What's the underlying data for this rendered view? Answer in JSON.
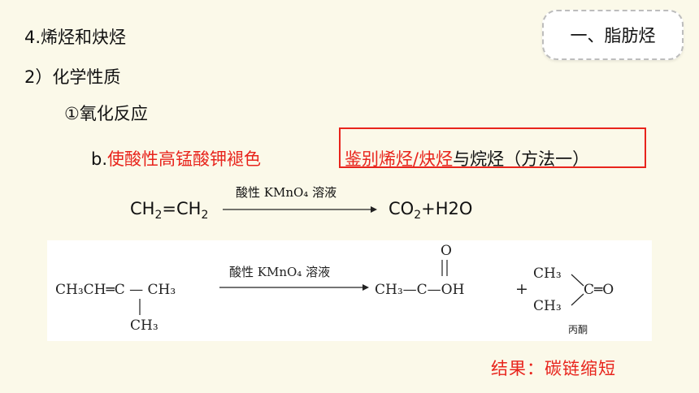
{
  "heading1": "4.烯烃和炔烃",
  "heading2": "2）化学性质",
  "heading3": "①氧化反应",
  "badge": "一、脂肪烃",
  "item_b": {
    "prefix": "b.",
    "red_text": "使酸性高锰酸钾褪色"
  },
  "boxed_note": {
    "red_text": "鉴别烯烃/炔烃",
    "black_text": "与烷烃（方法一）"
  },
  "reaction1": {
    "reactant_parts": [
      "CH",
      "2",
      "=CH",
      "2"
    ],
    "condition": "酸性 KMnO₄ 溶液",
    "product_parts": [
      "CO",
      "2",
      "+H2O"
    ]
  },
  "reaction2": {
    "reactant_main": "CH₃CH═C — CH₃",
    "reactant_branch": "CH₃",
    "condition": "酸性 KMnO₄ 溶液",
    "product1": "CH₃—C—OH",
    "product1_oxygen": "O",
    "plus": "+",
    "product2_top": "CH₃",
    "product2_bottom": "CH₃",
    "product2_carbonyl": "C═O",
    "product2_name": "丙酮"
  },
  "result": "结果：碳链缩短",
  "colors": {
    "background": "#fbf9e9",
    "accent_red": "#e8241c"
  }
}
